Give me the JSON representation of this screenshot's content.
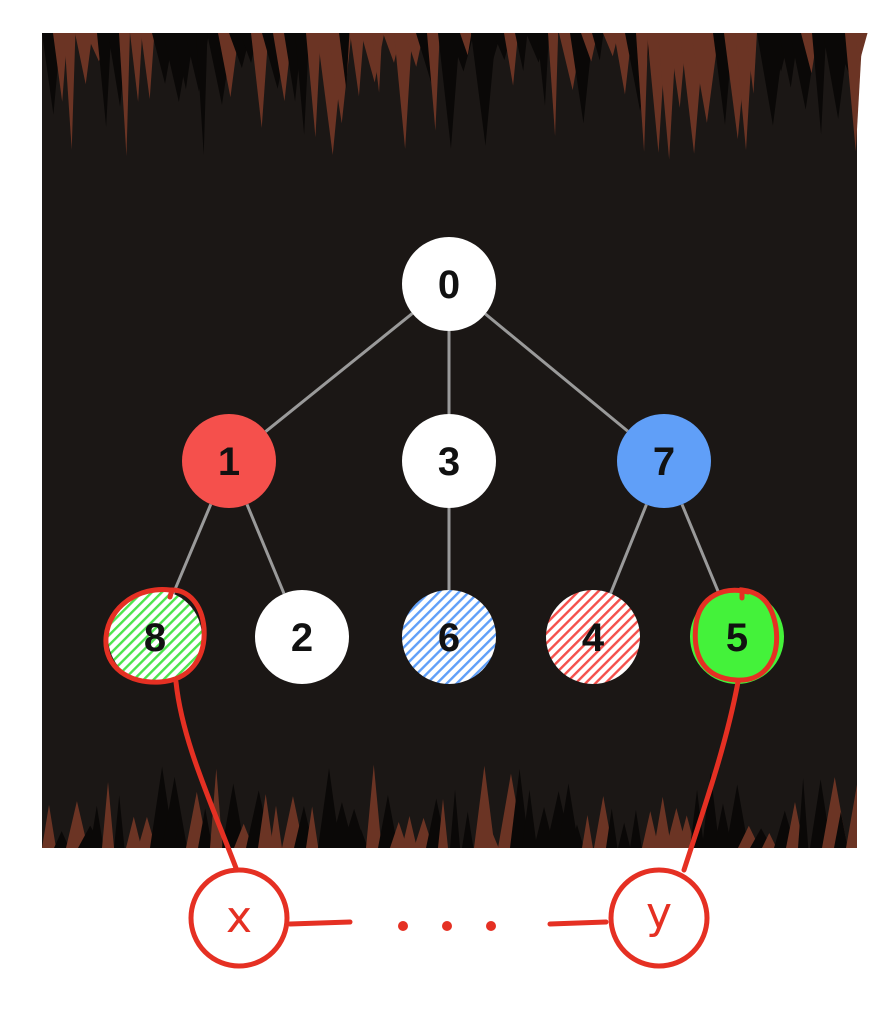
{
  "tree": {
    "nodes": [
      {
        "id": "0",
        "label": "0",
        "fill": "#ffffff",
        "pattern": "solid",
        "highlighted": false
      },
      {
        "id": "1",
        "label": "1",
        "fill": "#f5504c",
        "pattern": "solid",
        "highlighted": false
      },
      {
        "id": "3",
        "label": "3",
        "fill": "#ffffff",
        "pattern": "solid",
        "highlighted": false
      },
      {
        "id": "7",
        "label": "7",
        "fill": "#609ff8",
        "pattern": "solid",
        "highlighted": false
      },
      {
        "id": "8",
        "label": "8",
        "fill": "#4ce44c",
        "pattern": "hatched",
        "highlighted": true
      },
      {
        "id": "2",
        "label": "2",
        "fill": "#ffffff",
        "pattern": "solid",
        "highlighted": false
      },
      {
        "id": "6",
        "label": "6",
        "fill": "#609ff8",
        "pattern": "hatched",
        "highlighted": false
      },
      {
        "id": "4",
        "label": "4",
        "fill": "#f5504c",
        "pattern": "hatched",
        "highlighted": false
      },
      {
        "id": "5",
        "label": "5",
        "fill": "#44f23a",
        "pattern": "solid",
        "highlighted": true
      }
    ],
    "edges": [
      [
        "0",
        "1"
      ],
      [
        "0",
        "3"
      ],
      [
        "0",
        "7"
      ],
      [
        "1",
        "8"
      ],
      [
        "1",
        "2"
      ],
      [
        "3",
        "6"
      ],
      [
        "7",
        "4"
      ],
      [
        "7",
        "5"
      ]
    ],
    "edge_color": "#9a9a9a",
    "background_color": "#1b1715",
    "stalactite_color": "#6b3424"
  },
  "annotation": {
    "left_label": "x",
    "right_label": "y",
    "ellipsis": "· · ·",
    "ink_color": "#e53023",
    "left_target": "8",
    "right_target": "5"
  }
}
